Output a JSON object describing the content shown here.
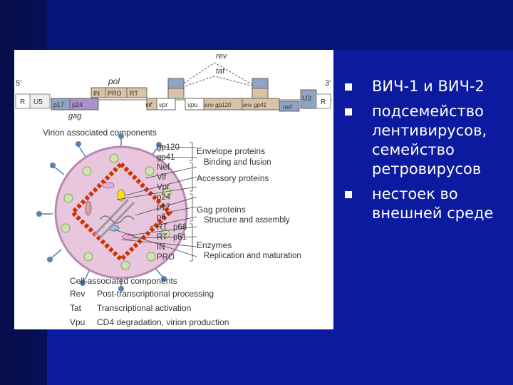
{
  "slide": {
    "bullets": [
      "ВИЧ-1 и ВИЧ-2",
      "подсемейство лентивирусов, семейство ретровирусов",
      "нестоек во внешней среде"
    ]
  },
  "genome": {
    "rev": "rev",
    "tat": "tat",
    "pol": "pol",
    "five_prime": "5′",
    "three_prime": "3′",
    "r_left": "R",
    "u5": "U5",
    "p17": "p17",
    "p24": "p24",
    "gag": "gag",
    "in": "IN",
    "pro": "PRO",
    "rt": "RT",
    "vif": "vif",
    "vpr": "vpr",
    "vpu": "vpu",
    "env_gp120": "env gp120",
    "env_gp41": "env gp41",
    "nef": "nef",
    "u3": "U3",
    "r_right": "R"
  },
  "virion": {
    "title": "Virion associated components",
    "labels": [
      "gp120",
      "gp41",
      "Nef",
      "Vif",
      "Vpr",
      "p24",
      "p17",
      "p6",
      "RT",
      "RT",
      "IN",
      "PRO"
    ],
    "rt_suffixes": [
      "p66",
      "p51"
    ],
    "groups": [
      {
        "title": "Envelope proteins",
        "sub": "Binding and fusion"
      },
      {
        "title": "Accessory proteins",
        "sub": ""
      },
      {
        "title": "Gag proteins",
        "sub": "Structure and assembly"
      },
      {
        "title": "Enzymes",
        "sub": "Replication and maturation"
      }
    ]
  },
  "cell": {
    "title": "Cell-associated components",
    "rows": [
      {
        "name": "Rev",
        "desc": "Post-transcriptional processing"
      },
      {
        "name": "Tat",
        "desc": "Transcriptional activation"
      },
      {
        "name": "Vpu",
        "desc": "CD4 degradation, virion production"
      }
    ]
  },
  "colors": {
    "background": "#0b1a9e",
    "envelope": "#e8c6de",
    "capsid_beads": "#cc3300",
    "gene_blue": "#8fa3c4",
    "gene_tan": "#d9c2a6",
    "gene_purple": "#a892c8"
  }
}
